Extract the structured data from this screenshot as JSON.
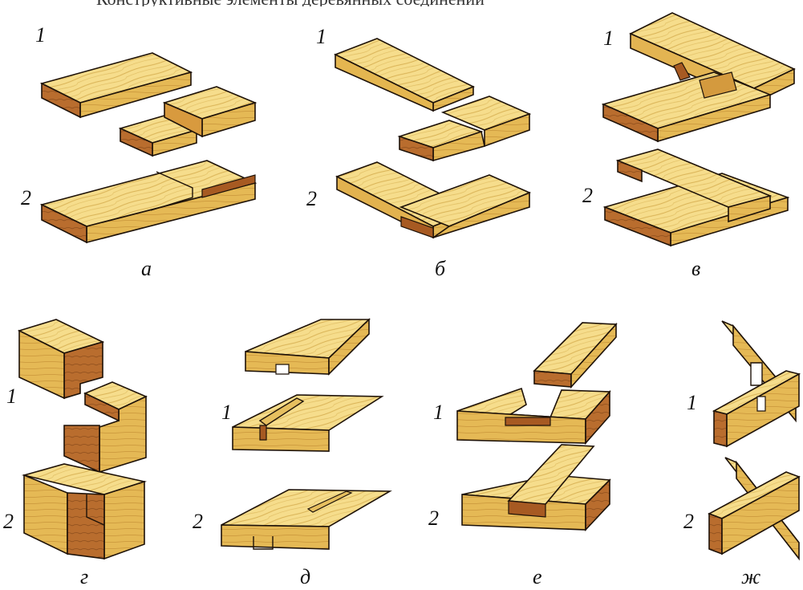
{
  "header_fragment": "Конструктивные элементы деревянных соединений",
  "figures": [
    {
      "id": "a",
      "caption": "а",
      "labels": [
        "1",
        "2"
      ]
    },
    {
      "id": "b",
      "caption": "б",
      "labels": [
        "1",
        "2"
      ]
    },
    {
      "id": "v",
      "caption": "в",
      "labels": [
        "1",
        "2"
      ]
    },
    {
      "id": "g",
      "caption": "г",
      "labels": [
        "1",
        "2"
      ]
    },
    {
      "id": "d",
      "caption": "д",
      "labels": [
        "1",
        "2"
      ]
    },
    {
      "id": "e",
      "caption": "е",
      "labels": [
        "1",
        "2"
      ]
    },
    {
      "id": "zh",
      "caption": "ж",
      "labels": [
        "1",
        "2"
      ]
    }
  ],
  "colors": {
    "top": "#f6dd8c",
    "side": "#e2b24f",
    "end": "#b8692c",
    "outline": "#1e1208",
    "grain": "#c99a3c"
  }
}
